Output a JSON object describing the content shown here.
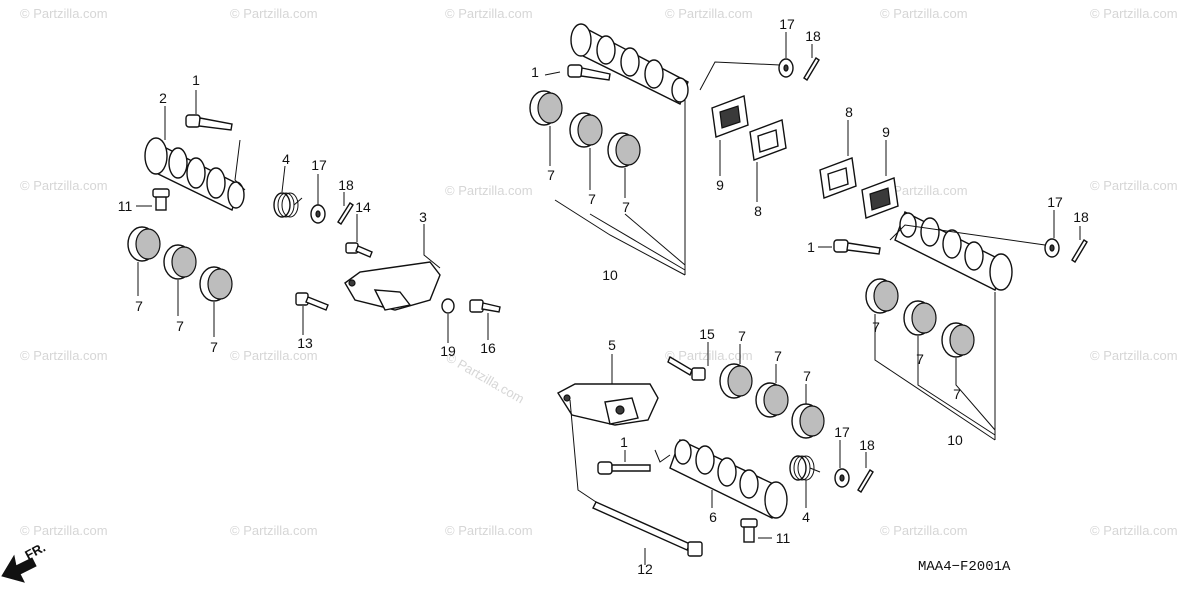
{
  "diagram_code": "MAA4−F2001A",
  "direction_label": "FR.",
  "watermark_text": "© Partzilla.com",
  "callouts": [
    {
      "id": "c1a",
      "text": "1"
    },
    {
      "id": "c2",
      "text": "2"
    },
    {
      "id": "c4a",
      "text": "4"
    },
    {
      "id": "c17a",
      "text": "17"
    },
    {
      "id": "c18a",
      "text": "18"
    },
    {
      "id": "c11a",
      "text": "11"
    },
    {
      "id": "c14",
      "text": "14"
    },
    {
      "id": "c3",
      "text": "3"
    },
    {
      "id": "c7a",
      "text": "7"
    },
    {
      "id": "c7b",
      "text": "7"
    },
    {
      "id": "c7c",
      "text": "7"
    },
    {
      "id": "c13",
      "text": "13"
    },
    {
      "id": "c19",
      "text": "19"
    },
    {
      "id": "c16",
      "text": "16"
    },
    {
      "id": "c1b",
      "text": "1"
    },
    {
      "id": "c17b",
      "text": "17"
    },
    {
      "id": "c18b",
      "text": "18"
    },
    {
      "id": "c7d",
      "text": "7"
    },
    {
      "id": "c7e",
      "text": "7"
    },
    {
      "id": "c7f",
      "text": "7"
    },
    {
      "id": "c10a",
      "text": "10"
    },
    {
      "id": "c9a",
      "text": "9"
    },
    {
      "id": "c8a",
      "text": "8"
    },
    {
      "id": "c8b",
      "text": "8"
    },
    {
      "id": "c9b",
      "text": "9"
    },
    {
      "id": "c17c",
      "text": "17"
    },
    {
      "id": "c18c",
      "text": "18"
    },
    {
      "id": "c1c",
      "text": "1"
    },
    {
      "id": "c7g",
      "text": "7"
    },
    {
      "id": "c7h",
      "text": "7"
    },
    {
      "id": "c7i",
      "text": "7"
    },
    {
      "id": "c10b",
      "text": "10"
    },
    {
      "id": "c5",
      "text": "5"
    },
    {
      "id": "c15",
      "text": "15"
    },
    {
      "id": "c7j",
      "text": "7"
    },
    {
      "id": "c7k",
      "text": "7"
    },
    {
      "id": "c7l",
      "text": "7"
    },
    {
      "id": "c1d",
      "text": "1"
    },
    {
      "id": "c6",
      "text": "6"
    },
    {
      "id": "c4b",
      "text": "4"
    },
    {
      "id": "c17d",
      "text": "17"
    },
    {
      "id": "c18d",
      "text": "18"
    },
    {
      "id": "c11b",
      "text": "11"
    },
    {
      "id": "c12",
      "text": "12"
    }
  ]
}
